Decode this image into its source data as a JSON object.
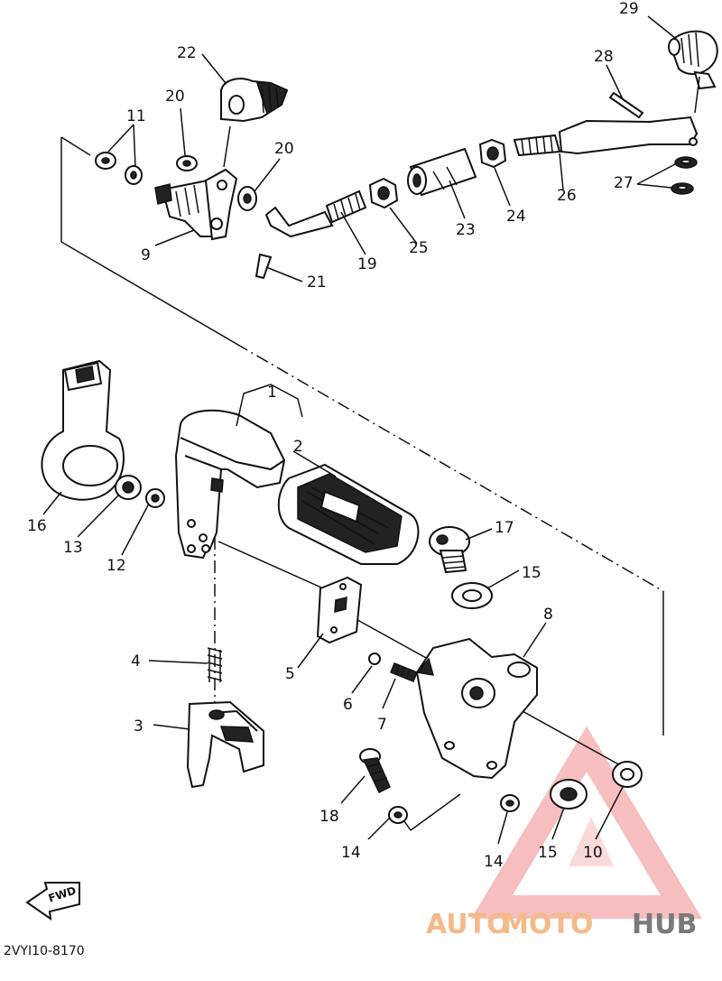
{
  "diagram": {
    "labels": [
      {
        "id": "29",
        "text": "29"
      },
      {
        "id": "22",
        "text": "22"
      },
      {
        "id": "28",
        "text": "28"
      },
      {
        "id": "20a",
        "text": "20"
      },
      {
        "id": "11",
        "text": "11"
      },
      {
        "id": "20b",
        "text": "20"
      },
      {
        "id": "27",
        "text": "27"
      },
      {
        "id": "26",
        "text": "26"
      },
      {
        "id": "24",
        "text": "24"
      },
      {
        "id": "23",
        "text": "23"
      },
      {
        "id": "25",
        "text": "25"
      },
      {
        "id": "19",
        "text": "19"
      },
      {
        "id": "9",
        "text": "9"
      },
      {
        "id": "21",
        "text": "21"
      },
      {
        "id": "1",
        "text": "1"
      },
      {
        "id": "2",
        "text": "2"
      },
      {
        "id": "16",
        "text": "16"
      },
      {
        "id": "13",
        "text": "13"
      },
      {
        "id": "12",
        "text": "12"
      },
      {
        "id": "17",
        "text": "17"
      },
      {
        "id": "15a",
        "text": "15"
      },
      {
        "id": "8",
        "text": "8"
      },
      {
        "id": "4",
        "text": "4"
      },
      {
        "id": "5",
        "text": "5"
      },
      {
        "id": "6",
        "text": "6"
      },
      {
        "id": "7",
        "text": "7"
      },
      {
        "id": "3",
        "text": "3"
      },
      {
        "id": "18",
        "text": "18"
      },
      {
        "id": "14a",
        "text": "14"
      },
      {
        "id": "14b",
        "text": "14"
      },
      {
        "id": "15b",
        "text": "15"
      },
      {
        "id": "10",
        "text": "10"
      }
    ],
    "fwd_text": "FWD",
    "drawing_code": "2VYI10-8170"
  },
  "watermark": {
    "auto": "AUTO",
    "moto": "MOTO",
    "hub": "HUB",
    "colors": {
      "accent": "#f08a8a",
      "light": "#f5b98a",
      "dark": "#7a7a7a"
    }
  }
}
